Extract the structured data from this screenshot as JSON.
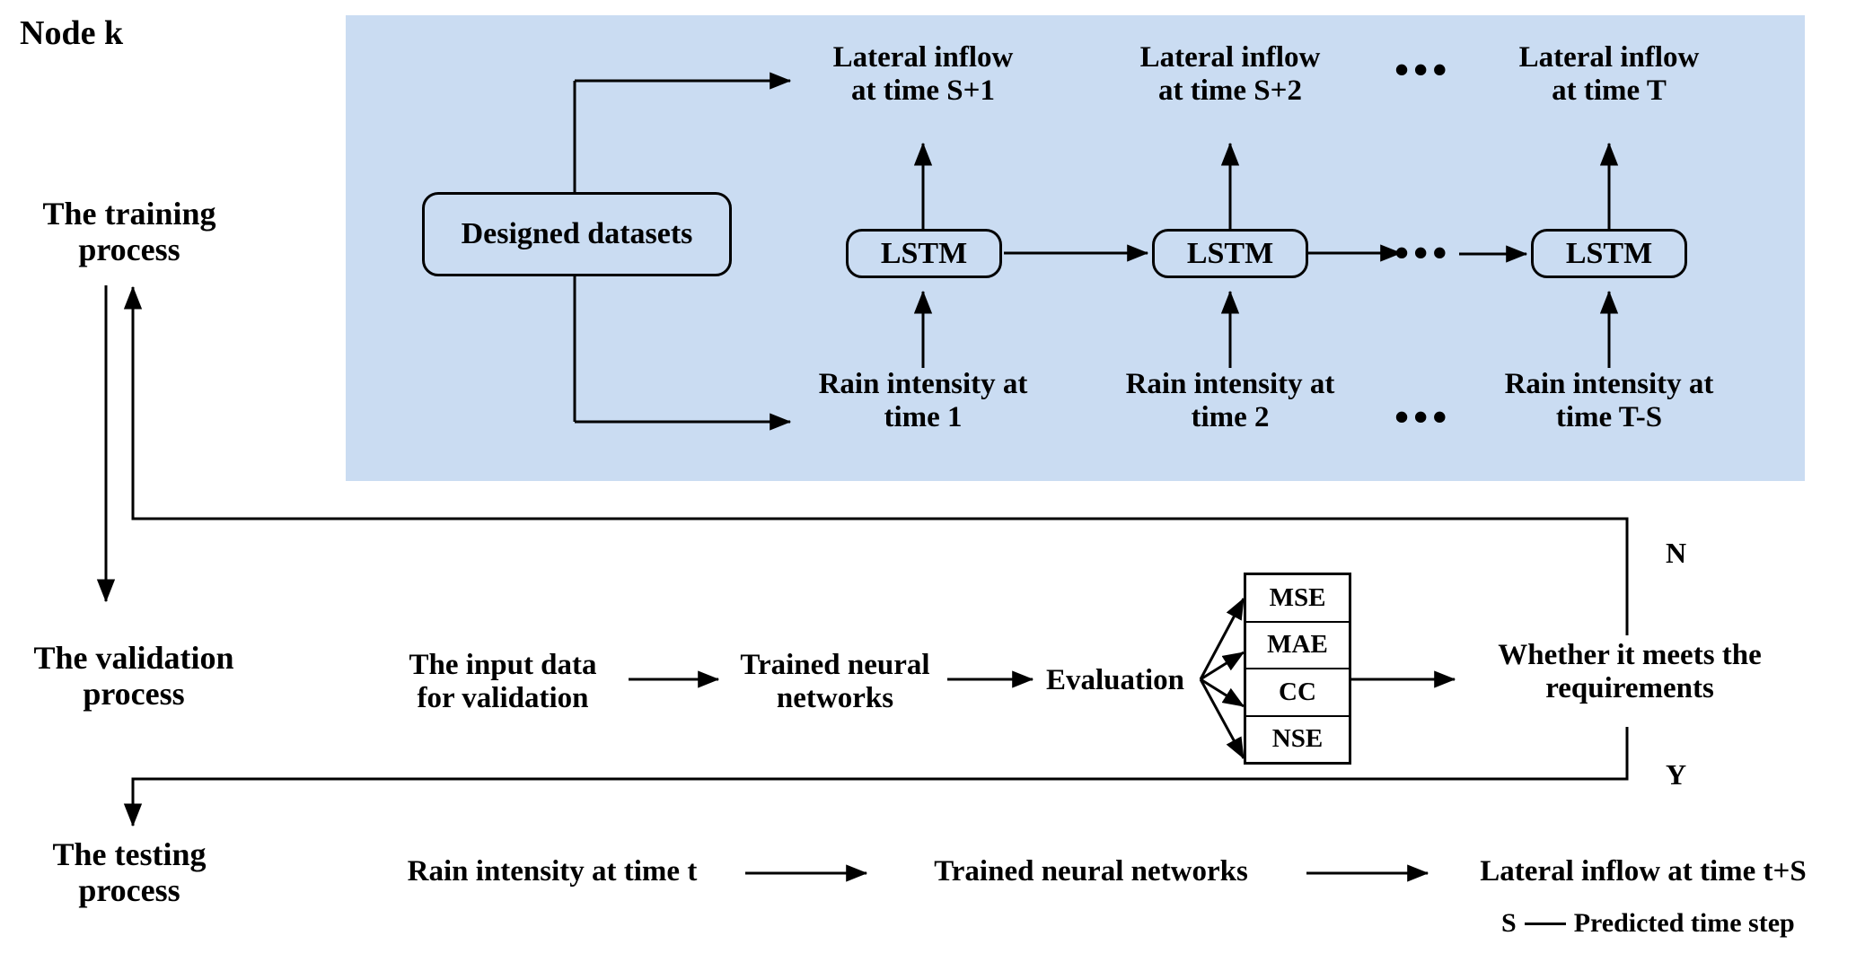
{
  "figure": {
    "node_title": "Node k",
    "panel_color": "#cadcf2"
  },
  "stages": {
    "training": "The training\nprocess",
    "validation": "The validation\nprocess",
    "testing": "The testing\nprocess"
  },
  "training": {
    "dataset_box": "Designed datasets",
    "cells": [
      {
        "unit": "LSTM",
        "output": "Lateral inflow\nat time S+1",
        "input": "Rain intensity at\ntime 1"
      },
      {
        "unit": "LSTM",
        "output": "Lateral inflow\nat time S+2",
        "input": "Rain intensity at\ntime 2"
      },
      {
        "unit": "LSTM",
        "output": "Lateral inflow\nat time T",
        "input": "Rain intensity at\ntime T-S"
      }
    ],
    "ellipsis_top": "•••",
    "ellipsis_mid": "•••",
    "ellipsis_bottom": "•••"
  },
  "validation": {
    "input_data": "The input data\nfor validation",
    "trained_networks": "Trained neural\nnetworks",
    "evaluation": "Evaluation",
    "metrics": [
      "MSE",
      "MAE",
      "CC",
      "NSE"
    ],
    "decision": "Whether it meets the\nrequirements",
    "branch_no": "N",
    "branch_yes": "Y"
  },
  "testing": {
    "input": "Rain intensity at time t",
    "model": "Trained neural networks",
    "output": "Lateral inflow at time t+S"
  },
  "legend": {
    "symbol": "S",
    "meaning": "Predicted time step"
  }
}
